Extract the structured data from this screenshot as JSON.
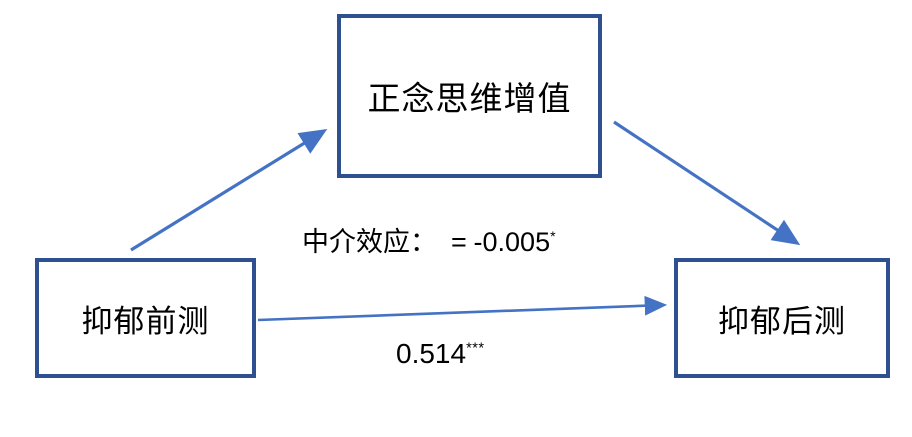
{
  "diagram": {
    "type": "mediation-path-diagram",
    "background_color": "#ffffff",
    "box_border_color": "#2e5090",
    "arrow_color": "#4472c4",
    "text_color": "#000000",
    "nodes": [
      {
        "id": "mediator",
        "label": "正念思维增值"
      },
      {
        "id": "predictor",
        "label": "抑郁前测"
      },
      {
        "id": "outcome",
        "label": "抑郁后测"
      }
    ],
    "edges": [
      {
        "id": "predictor-to-mediator",
        "from": "predictor",
        "to": "mediator",
        "label": ""
      },
      {
        "id": "mediator-to-outcome",
        "from": "mediator",
        "to": "outcome",
        "label": ""
      },
      {
        "id": "predictor-to-outcome",
        "from": "predictor",
        "to": "outcome",
        "label_value": "0.514",
        "label_significance": "***"
      }
    ],
    "labels": {
      "indirect_effect_prefix": "中介效应：",
      "indirect_effect_equals": "=",
      "indirect_effect_value": "-0.005",
      "indirect_effect_significance": "*",
      "direct_effect_value": "0.514",
      "direct_effect_significance": "***"
    }
  }
}
